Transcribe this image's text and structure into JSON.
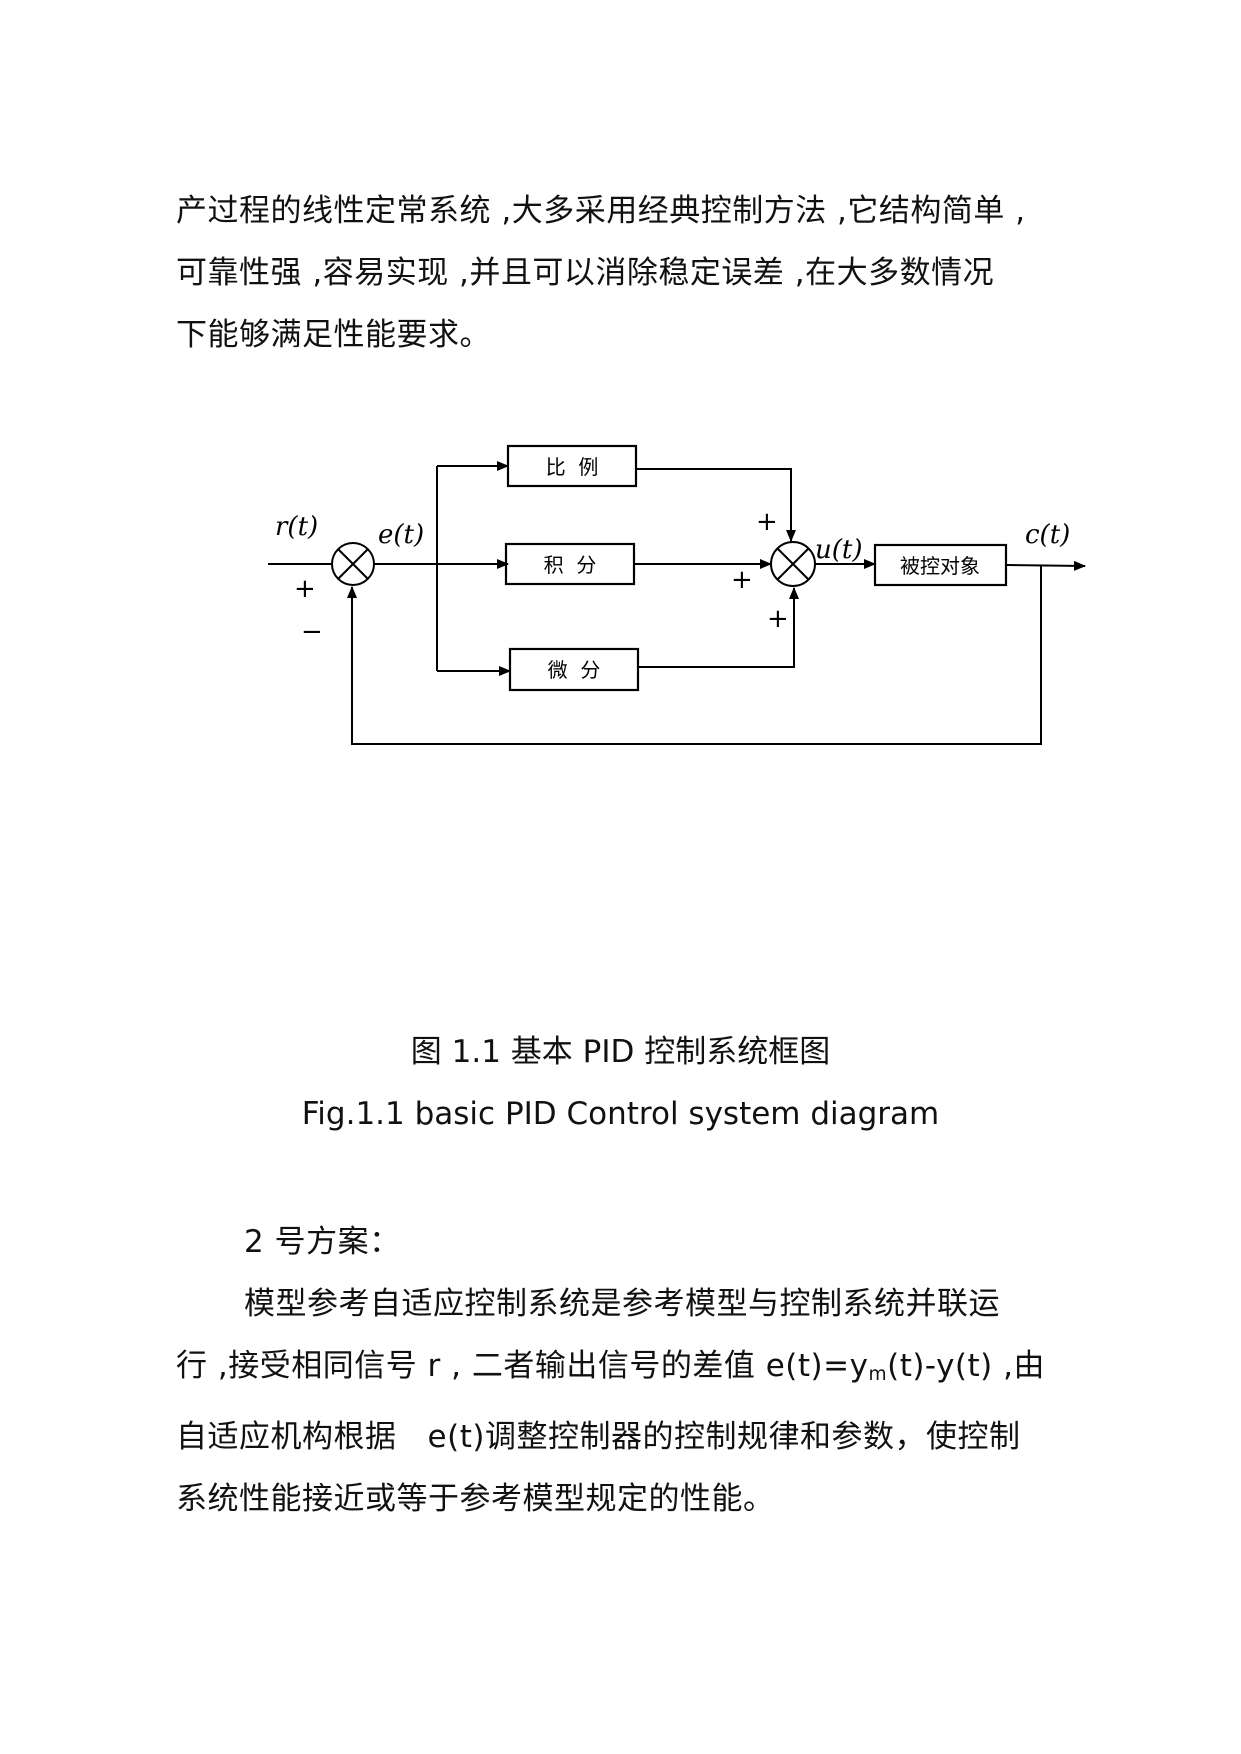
{
  "intro": {
    "lines": [
      "产过程的线性定常系统 ,大多采用经典控制方法 ,它结构简单 ,",
      "可靠性强 ,容易实现 ,并且可以消除稳定误差 ,在大多数情况",
      "下能够满足性能要求。"
    ]
  },
  "diagram": {
    "blocks": {
      "proportional": "比  例",
      "integral": "积  分",
      "derivative": "微  分",
      "plant": "被控对象"
    },
    "signals": {
      "input": "r(t)",
      "error": "e(t)",
      "control": "u(t)",
      "output": "c(t)"
    },
    "signs": {
      "plus": "+",
      "minus": "−"
    }
  },
  "caption": {
    "zh": "图 1.1 基本 PID 控制系统框图",
    "en": "Fig.1.1 basic PID Control system diagram"
  },
  "scheme2": {
    "heading": "2 号方案：",
    "line1": "模型参考自适应控制系统是参考模型与控制系统并联运",
    "line2_prefix": "行 ,接受相同信号 r , 二者输出信号的差值 e(t)=y",
    "line2_sub": "m",
    "line2_suffix": "(t)-y(t) ,由",
    "line3": "自适应机构根据   e(t)调整控制器的控制规律和参数，使控制",
    "line4": "系统性能接近或等于参考模型规定的性能。"
  }
}
